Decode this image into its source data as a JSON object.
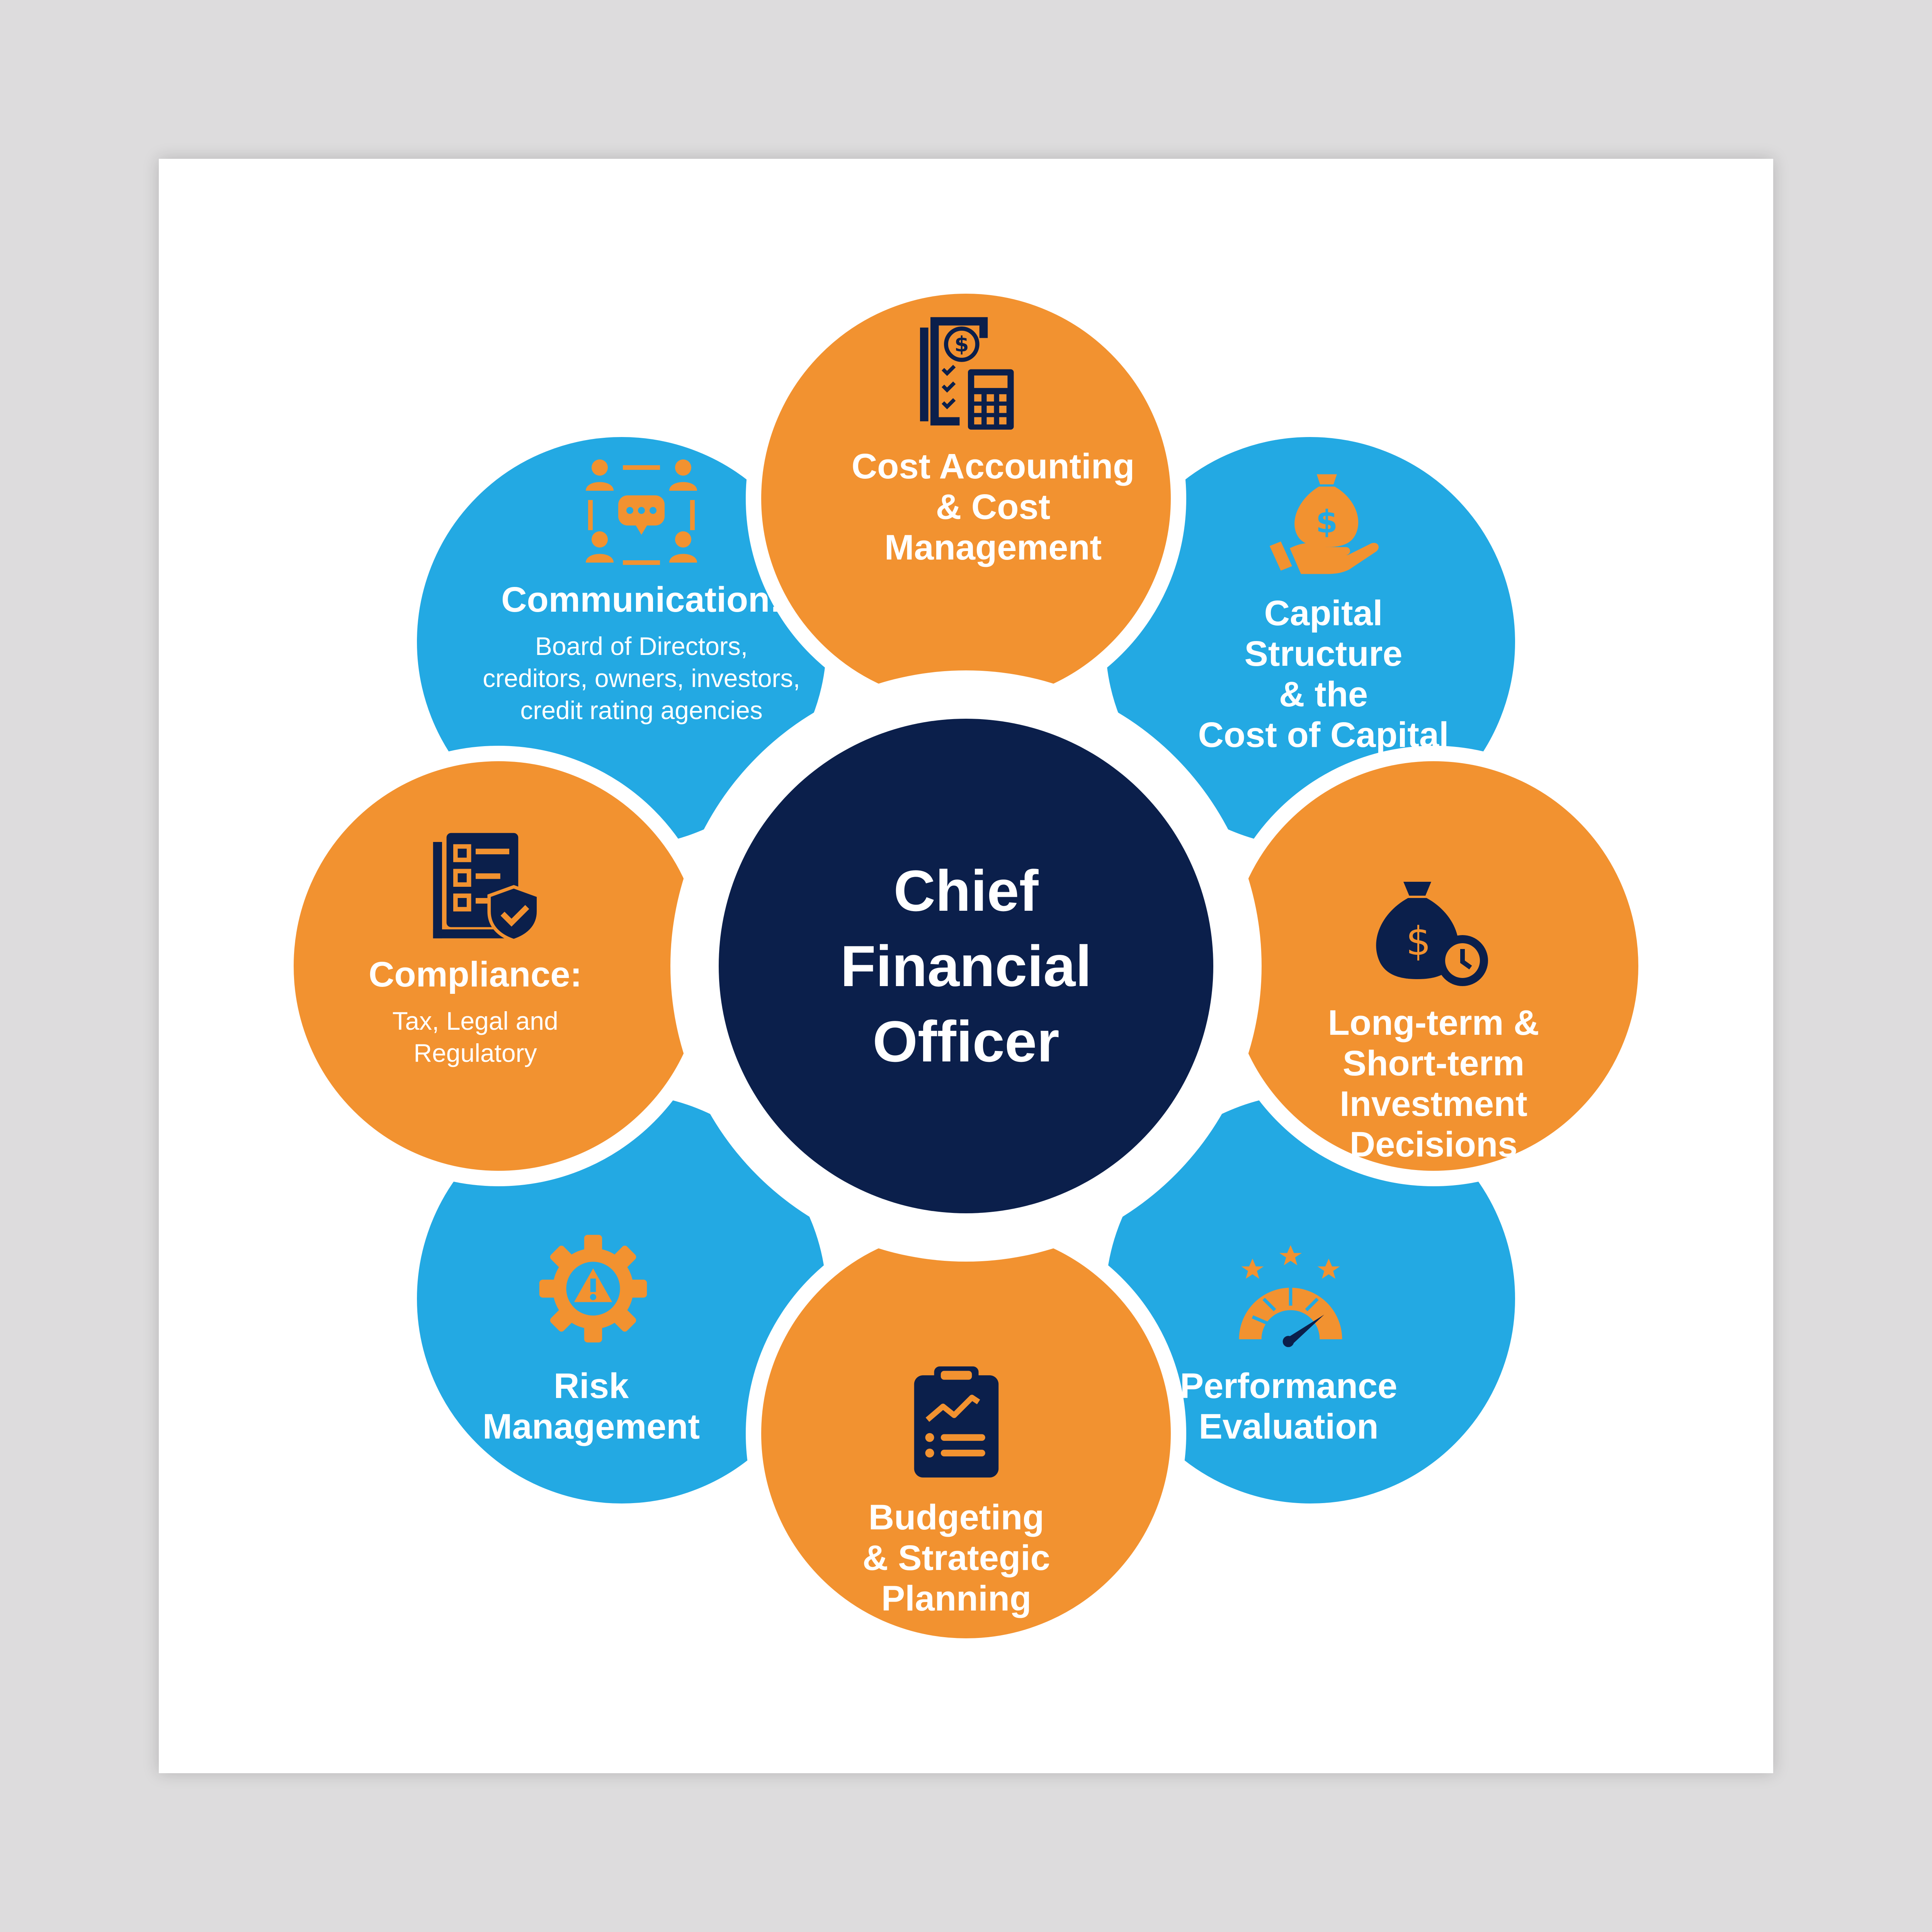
{
  "center": {
    "title": "Chief\nFinancial\nOfficer"
  },
  "items": [
    {
      "id": "cost-accounting",
      "title": "Cost Accounting\n& Cost\nManagement",
      "subtitle": "",
      "icon": "calculator-invoice-icon",
      "color": "#f29230"
    },
    {
      "id": "capital-structure",
      "title": "Capital\nStructure\n& the\nCost of Capital",
      "subtitle": "",
      "icon": "money-bag-hand-icon",
      "color": "#23a9e3"
    },
    {
      "id": "investment-decisions",
      "title": "Long-term &\nShort-term\nInvestment\nDecisions",
      "subtitle": "",
      "icon": "money-bag-clock-icon",
      "color": "#f29230"
    },
    {
      "id": "performance-evaluation",
      "title": "Performance\nEvaluation",
      "subtitle": "",
      "icon": "gauge-stars-icon",
      "color": "#23a9e3"
    },
    {
      "id": "budgeting",
      "title": "Budgeting\n& Strategic\nPlanning",
      "subtitle": "",
      "icon": "clipboard-chart-icon",
      "color": "#f29230"
    },
    {
      "id": "risk-management",
      "title": "Risk\nManagement",
      "subtitle": "",
      "icon": "gear-warning-icon",
      "color": "#23a9e3"
    },
    {
      "id": "compliance",
      "title": "Compliance:",
      "subtitle": "Tax, Legal and\nRegulatory",
      "icon": "document-shield-icon",
      "color": "#f29230"
    },
    {
      "id": "communication",
      "title": "Communication:",
      "subtitle": "Board of Directors,\ncreditors, owners, investors,\ncredit rating agencies",
      "icon": "group-chat-icon",
      "color": "#23a9e3"
    }
  ],
  "colors": {
    "orange": "#f29230",
    "blue": "#23a9e3",
    "navy": "#0b1f4b",
    "background": "#dddcdd"
  }
}
